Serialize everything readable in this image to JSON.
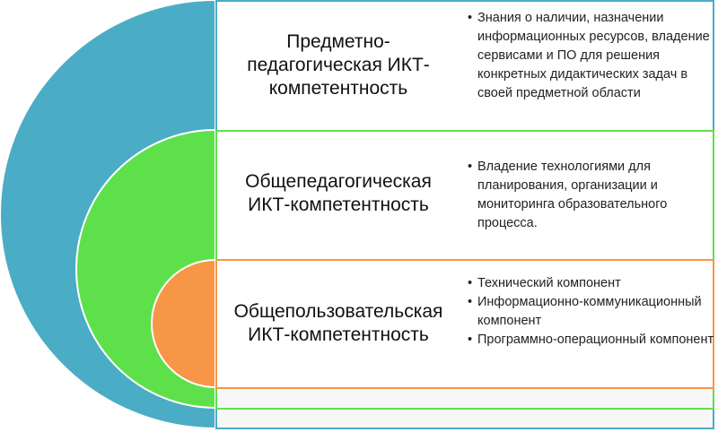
{
  "colors": {
    "level1": "#4bacc6",
    "level2": "#5ee04b",
    "level3": "#f79646"
  },
  "levels": [
    {
      "title": "Предметно-педагогическая ИКТ-компетентность",
      "title_lines": [
        "Предметно-",
        "педагогическая ИКТ-",
        "компетентность"
      ],
      "items": [
        "Знания о наличии, назначении информационных ресурсов, владение сервисами и ПО для решения конкретных дидактических задач в своей предметной области"
      ]
    },
    {
      "title": "Общепедагогическая ИКТ-компетентность",
      "title_lines": [
        "Общепедагогическая",
        "ИКТ-компетентность"
      ],
      "items": [
        "Владение технологиями для планирования, организации и мониторинга образовательного процесса."
      ]
    },
    {
      "title": "Общепользовательская ИКТ-компетентность",
      "title_lines": [
        "Общепользовательская",
        "ИКТ-компетентность"
      ],
      "items": [
        "Технический компонент",
        "Информационно-коммуникационный компонент",
        "Программно-операционный компонент"
      ]
    }
  ]
}
